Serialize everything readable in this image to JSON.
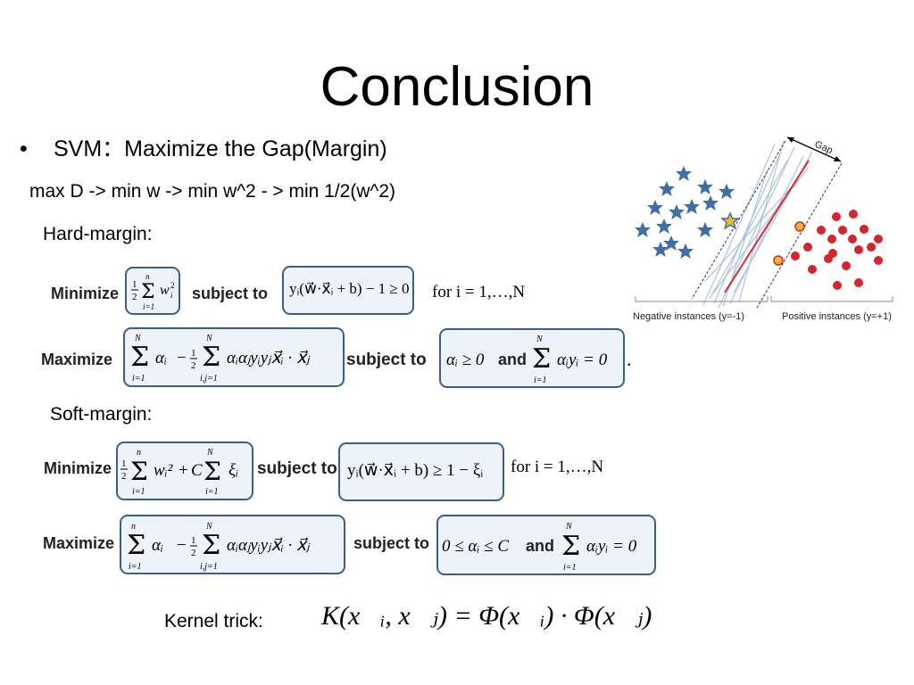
{
  "slide": {
    "title": "Conclusion",
    "bullet_symbol": "•",
    "bullet_text": "SVM：Maximize the Gap(Margin)",
    "line2": "max D -> min w ->  min w^2 - > min 1/2(w^2)",
    "hard_margin_label": "Hard-margin:",
    "soft_margin_label": "Soft-margin:",
    "kernel_label": "Kernel trick:"
  },
  "hard": {
    "minimize_label": "Minimize",
    "objective": "½ Σ wᵢ²",
    "subject_to_label": "subject to",
    "constraint": "yᵢ(w⃗·x⃗ᵢ + b) − 1 ≥ 0",
    "for_text": "for i = 1,…,N",
    "maximize_label": "Maximize",
    "dual_objective": "Σ αᵢ − ½ Σ αᵢαⱼyᵢyⱼx⃗ᵢ·x⃗ⱼ",
    "dual_subject_to": "subject to",
    "dual_constraint": "αᵢ ≥ 0  and  Σ αᵢyᵢ = 0"
  },
  "soft": {
    "minimize_label": "Minimize",
    "objective": "½ Σ wᵢ² + C Σ ξᵢ",
    "subject_to_label": "subject to",
    "constraint": "yᵢ(w⃗·x⃗ᵢ + b) ≥ 1 − ξᵢ",
    "for_text": "for i = 1,…,N",
    "maximize_label": "Maximize",
    "dual_objective": "Σ αᵢ − ½ Σ αᵢαⱼyᵢyⱼx⃗ᵢ·x⃗ⱼ",
    "dual_subject_to": "subject to",
    "dual_constraint": "0 ≤ αᵢ ≤ C  and  Σ αᵢyᵢ = 0"
  },
  "kernel": {
    "formula": "K(x⃗ᵢ, x⃗ⱼ) = Φ(x⃗ᵢ) · Φ(x⃗ⱼ)"
  },
  "figure": {
    "gap_label": "Gap",
    "negative_caption": "Negative instances (y=-1)",
    "positive_caption": "Positive instances (y=+1)",
    "colors": {
      "star": "#3f6fa8",
      "dot": "#d8232a",
      "support": "#f2b632",
      "hyperplane": "#e0282e",
      "lines": "#a9c3e3"
    }
  }
}
